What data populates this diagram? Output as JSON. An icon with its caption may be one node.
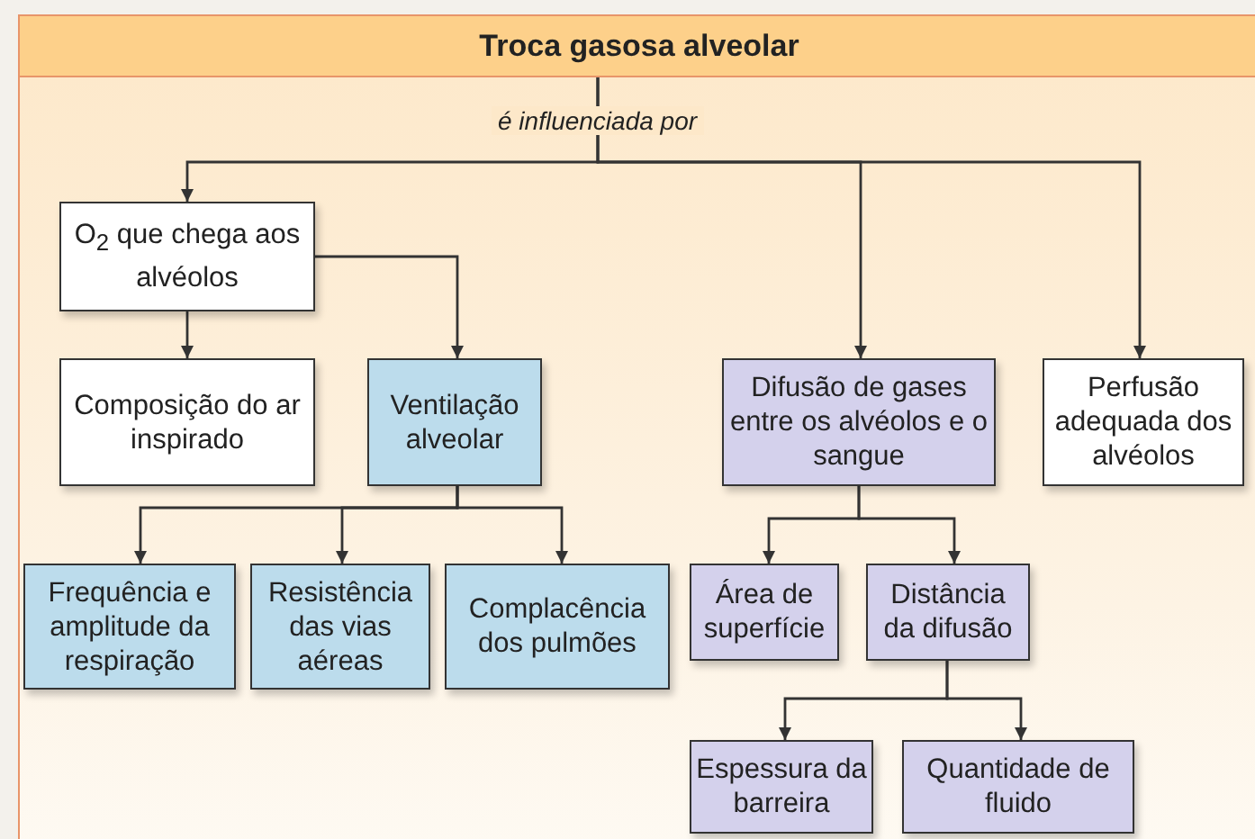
{
  "diagram": {
    "nodes": [
      {
        "text": [
          "Troca gasosa alveolar"
        ]
      },
      {
        "text": [
          "O$_{2}$ que chega aos alvéolos"
        ]
      },
      {
        "text": [
          "Composição do ar inspirado"
        ]
      },
      {
        "text": [
          "Ventilação alveolar"
        ]
      },
      {
        "text": [
          "Difusão de gases entre os alvéolos e o sangue"
        ]
      },
      {
        "text": [
          "Perfusão adequada dos alvéolos"
        ]
      },
      {
        "text": [
          "Frequência e amplitude da respiração"
        ]
      },
      {
        "text": [
          "Resistência das vias aéreas"
        ]
      },
      {
        "text": [
          "Complacência dos pulmões"
        ]
      },
      {
        "text": [
          "Área de superfície"
        ]
      },
      {
        "text": [
          "Distância da difusão"
        ]
      },
      {
        "text": [
          "Espessura da barreira"
        ]
      },
      {
        "text": [
          "Quantidade de fluido"
        ]
      }
    ],
    "edges": [
      {
        "from": 0,
        "to": 1,
        "arrow": "to",
        "label": "é influenciada por"
      },
      {
        "from": 0,
        "to": 4,
        "arrow": "to"
      },
      {
        "from": 0,
        "to": 5,
        "arrow": "to"
      },
      {
        "from": 1,
        "to": 2,
        "arrow": "to"
      },
      {
        "from": 1,
        "to": 3,
        "arrow": "to"
      },
      {
        "from": 3,
        "to": 6,
        "arrow": "to"
      },
      {
        "from": 3,
        "to": 7,
        "arrow": "to"
      },
      {
        "from": 3,
        "to": 8,
        "arrow": "to"
      },
      {
        "from": 4,
        "to": 9,
        "arrow": "to"
      },
      {
        "from": 4,
        "to": 10,
        "arrow": "to"
      },
      {
        "from": 10,
        "to": 11,
        "arrow": "to"
      },
      {
        "from": 10,
        "to": 12,
        "arrow": "to"
      }
    ]
  }
}
